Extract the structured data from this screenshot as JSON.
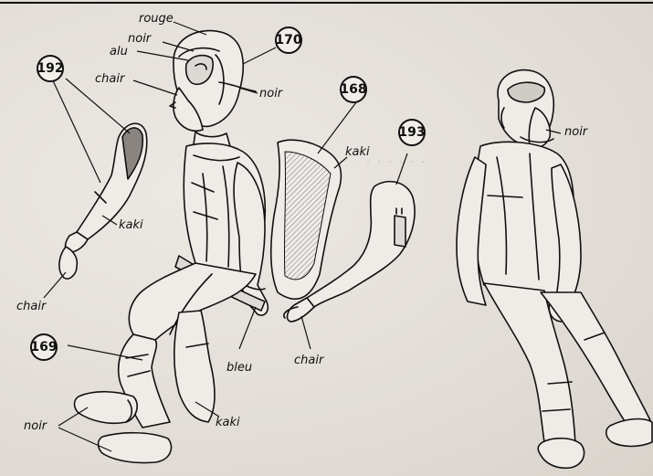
{
  "callouts": {
    "n170": "170",
    "n168": "168",
    "n192": "192",
    "n193": "193",
    "n169": "169"
  },
  "labels": {
    "rouge": "rouge",
    "noir_top": "noir",
    "alu": "alu",
    "chair_head": "chair",
    "noir_helmet": "noir",
    "kaki_arm": "kaki",
    "chair_hand_left": "chair",
    "kaki_chute": "kaki",
    "chair_hand_right": "chair",
    "bleu": "bleu",
    "kaki_legs": "kaki",
    "noir_boots": "noir",
    "noir_right_figure": "noir"
  },
  "colors": {
    "ink": "#111111",
    "paper": "#e7e3de",
    "skin_dark": "#8a8580"
  }
}
